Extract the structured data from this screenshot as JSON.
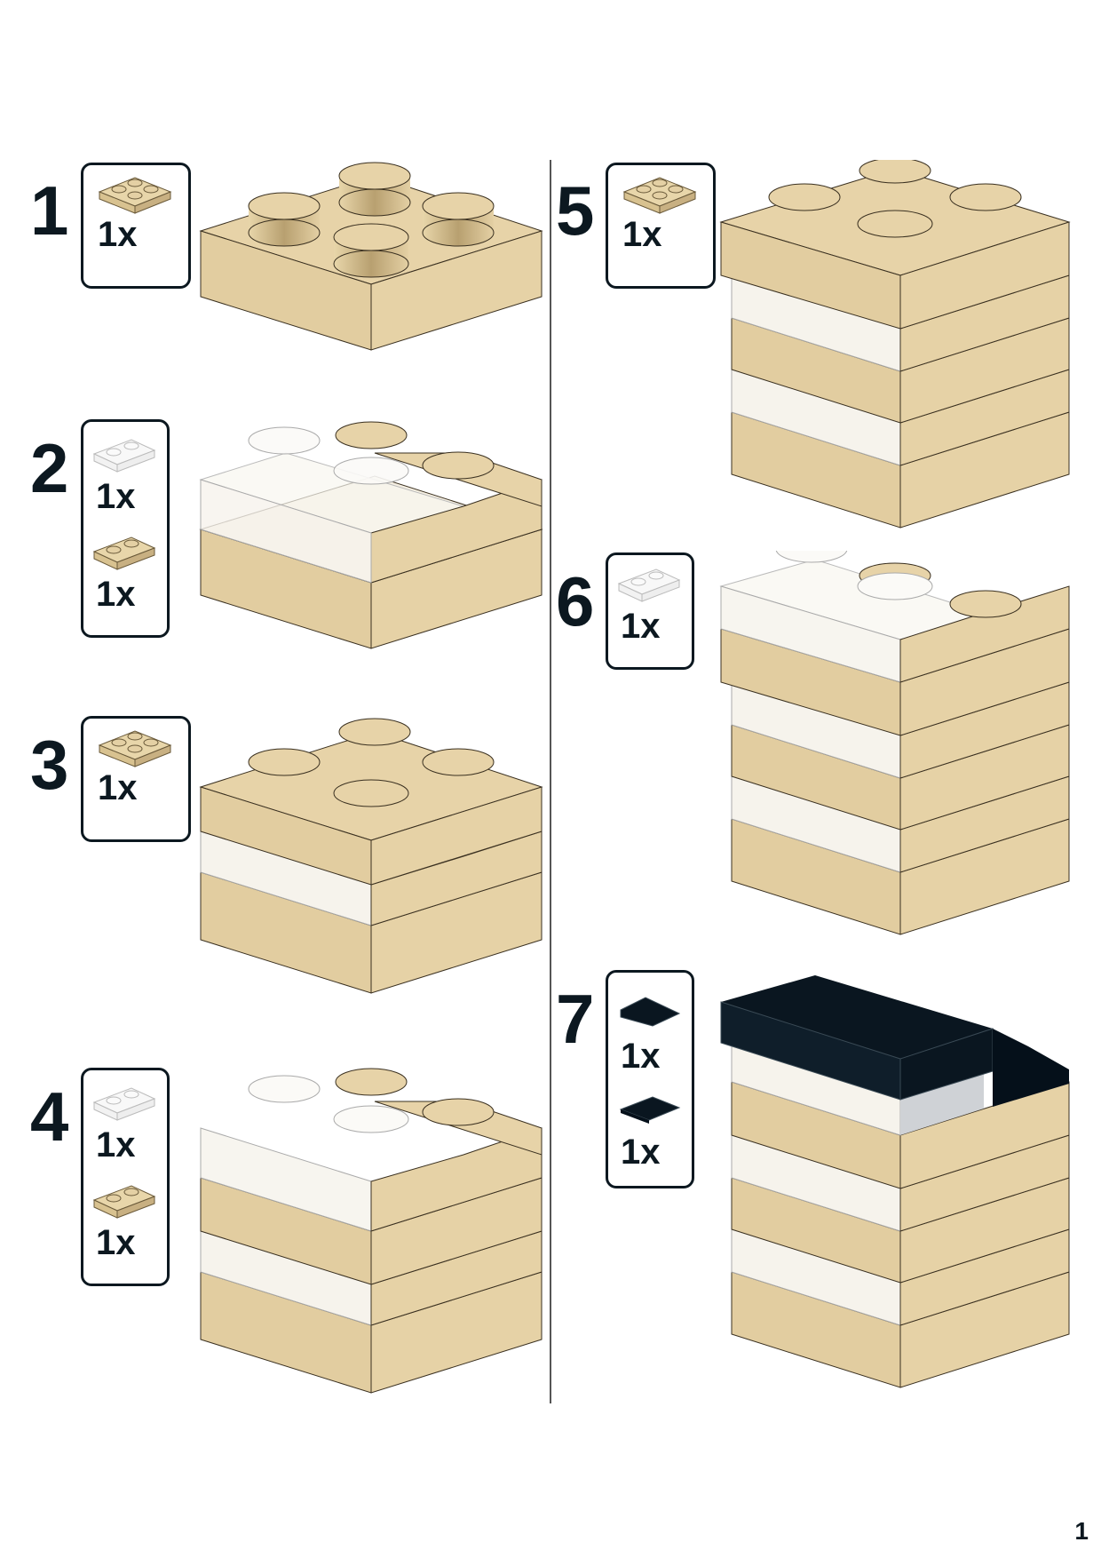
{
  "steps": [
    {
      "number": "1",
      "parts": [
        {
          "icon": "tan-plate-2x2-icon",
          "qty": "1x"
        }
      ]
    },
    {
      "number": "2",
      "parts": [
        {
          "icon": "clear-plate-1x2-icon",
          "qty": "1x"
        },
        {
          "icon": "tan-plate-1x2-icon",
          "qty": "1x"
        }
      ]
    },
    {
      "number": "3",
      "parts": [
        {
          "icon": "tan-plate-2x2-icon",
          "qty": "1x"
        }
      ]
    },
    {
      "number": "4",
      "parts": [
        {
          "icon": "clear-plate-1x2-icon",
          "qty": "1x"
        },
        {
          "icon": "tan-plate-1x2-icon",
          "qty": "1x"
        }
      ]
    },
    {
      "number": "5",
      "parts": [
        {
          "icon": "tan-plate-2x2-icon",
          "qty": "1x"
        }
      ]
    },
    {
      "number": "6",
      "parts": [
        {
          "icon": "clear-plate-1x2-icon",
          "qty": "1x"
        }
      ]
    },
    {
      "number": "7",
      "parts": [
        {
          "icon": "black-slope-1x2-icon",
          "qty": "1x"
        },
        {
          "icon": "black-tile-1x2-icon",
          "qty": "1x"
        }
      ]
    }
  ],
  "colors": {
    "tan": "#e4d0a4",
    "tan_dark": "#c8b082",
    "clear": "#f4f1ea",
    "black": "#0a1620",
    "ink": "#0c1820"
  },
  "page_number": "1"
}
